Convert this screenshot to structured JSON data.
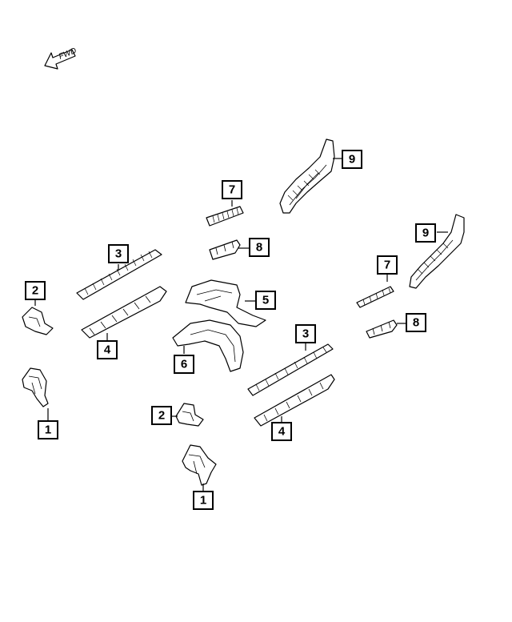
{
  "fwd_indicator": {
    "label": "FWD"
  },
  "callouts": [
    "1",
    "2",
    "3",
    "4",
    "5",
    "6",
    "7",
    "8",
    "9",
    "1",
    "2",
    "3",
    "4",
    "7",
    "8",
    "9"
  ]
}
